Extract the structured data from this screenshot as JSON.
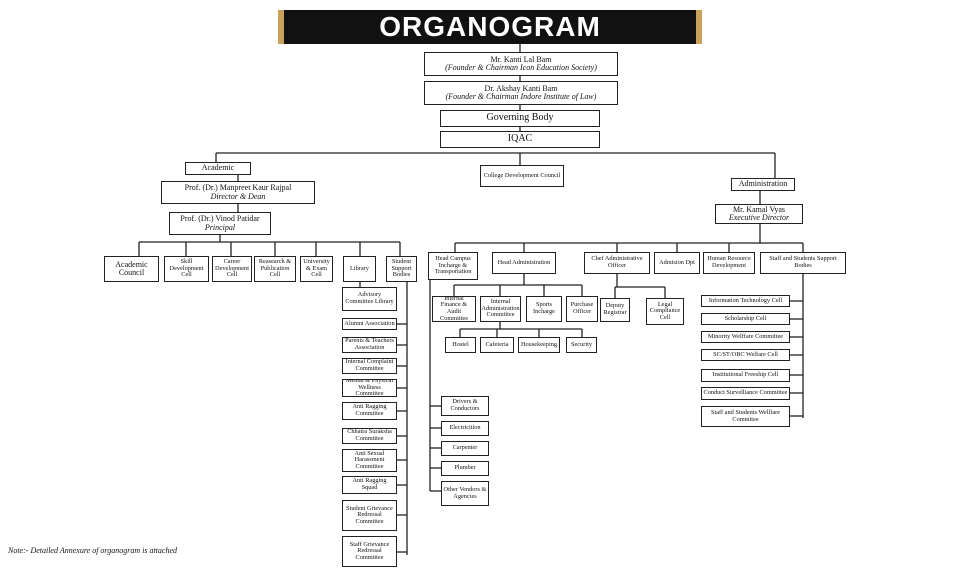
{
  "title": "ORGANOGRAM",
  "note": "Note:- Detailed Annexure of organogram is attached",
  "nodes": {
    "kanti": {
      "label": "Mr. Kanti Lal Bam",
      "sub": "(Founder & Chairman Icon Education Society)"
    },
    "akshay": {
      "label": "Dr. Akshay Kanti Bam",
      "sub": "(Founder & Chairman Indore Institute of Law)"
    },
    "governing": {
      "label": "Governing Body"
    },
    "iqac": {
      "label": "IQAC"
    },
    "academic": {
      "label": "Academic"
    },
    "manpreet": {
      "label": "Prof. (Dr.) Manpreet Kaur Rajpal",
      "sub": "Director & Dean"
    },
    "vinod": {
      "label": "Prof. (Dr.) Vinod Patidar",
      "sub": "Principal"
    },
    "cdc": {
      "label": "College Development Council"
    },
    "administration": {
      "label": "Administration"
    },
    "kamal": {
      "label": "Mr. Kamal Vyas",
      "sub": "Executive Director"
    },
    "acad_council": {
      "label": "Academic Council"
    },
    "skill": {
      "label": "Skill Development Cell"
    },
    "career": {
      "label": "Career Development Cell"
    },
    "research": {
      "label": "Reasearch & Publication Cell"
    },
    "univ": {
      "label": "University & Exam Cell"
    },
    "library": {
      "label": "Library"
    },
    "ssb": {
      "label": "Student Support Bodies"
    },
    "advisory": {
      "label": "Advisory Committee Library"
    },
    "alumni": {
      "label": "Alumni Association"
    },
    "pta": {
      "label": "Parents & Teachers Association"
    },
    "icc": {
      "label": "Internal Complaint Committee"
    },
    "mental": {
      "label": "Mental & Physical Wellness Committee"
    },
    "arc": {
      "label": "Anti Ragging Committee"
    },
    "chhatra": {
      "label": "Chhatra Suraksha Committee"
    },
    "ash": {
      "label": "Anti Sexual Harassment Committee"
    },
    "ars": {
      "label": "Anti Ragging Squad"
    },
    "sgrc": {
      "label": "Student Grievance Redressal Committee"
    },
    "stgrc": {
      "label": "Staff Grievance Redressal Committee"
    },
    "campus": {
      "label": "Head Campus Incharge & Transportation"
    },
    "headadmin": {
      "label": "Head Administration"
    },
    "cao": {
      "label": "Chef Administrative Officer"
    },
    "admission": {
      "label": "Admision Dpt"
    },
    "hrd": {
      "label": "Human Resource Development"
    },
    "sssb": {
      "label": "Staff and Students Support Bodies"
    },
    "ifac": {
      "label": "Internal Finance & Audit Committee"
    },
    "iac": {
      "label": "Internal Administration Committee"
    },
    "sports": {
      "label": "Sports Incharge"
    },
    "purchase": {
      "label": "Purchase Officer"
    },
    "hostel": {
      "label": "Hostel"
    },
    "cafeteria": {
      "label": "Cafeteria"
    },
    "housekeeping": {
      "label": "Housekeeping"
    },
    "security": {
      "label": "Security"
    },
    "deputy": {
      "label": "Deputy Registrar"
    },
    "legal": {
      "label": "Legal Compliance Cell"
    },
    "drivers": {
      "label": "Drivers & Conductors"
    },
    "electric": {
      "label": "Electricition"
    },
    "carpenter": {
      "label": "Carpenter"
    },
    "plumber": {
      "label": "Plumber"
    },
    "vendors": {
      "label": "Other Vendors & Agencies"
    },
    "itcell": {
      "label": "Information Technology Cell"
    },
    "scholar": {
      "label": "Scholarship Cell"
    },
    "minority": {
      "label": "Minority Welffare Committee"
    },
    "scst": {
      "label": "SC/ST/OBC Welfare Cell"
    },
    "freeship": {
      "label": "Institutional Freeship Cell"
    },
    "conduct": {
      "label": "Conduct Survelliance Committee"
    },
    "sswc": {
      "label": "Staff and Students Wellfare Commitee"
    }
  }
}
